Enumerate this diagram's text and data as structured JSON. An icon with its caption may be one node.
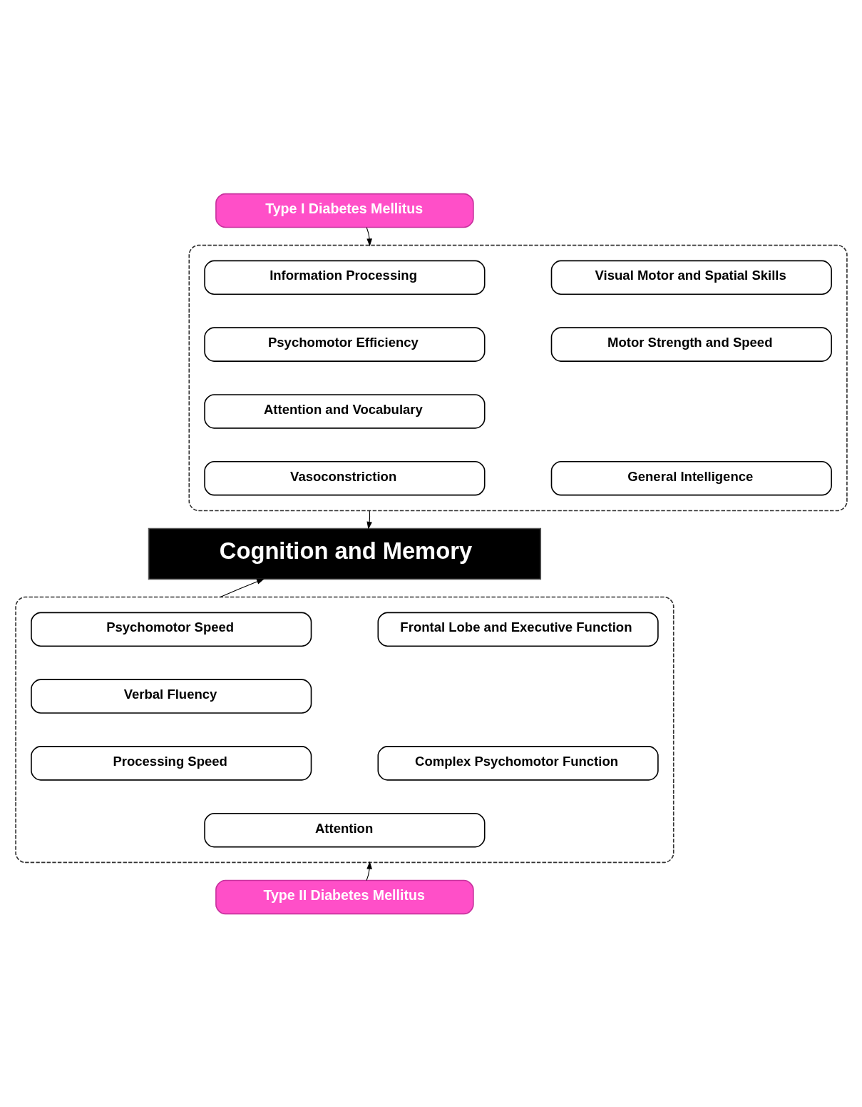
{
  "diagram": {
    "nodes": [
      {
        "text": [
          "Type I Diabetes Mellitus"
        ]
      },
      {
        "text": [],
        "shape": "box"
      },
      {
        "text": [
          "Information Processing"
        ],
        "in": 1
      },
      {
        "text": [
          "Psychomotor Efficiency"
        ],
        "in": 1
      },
      {
        "text": [
          "Attention and Vocabulary"
        ],
        "in": 1
      },
      {
        "text": [
          "Vasoconstriction"
        ],
        "in": 1
      },
      {
        "text": [
          "Visual Motor and Spatial Skills"
        ],
        "in": 1
      },
      {
        "text": [
          "Motor Strength and Speed"
        ],
        "in": 1
      },
      {
        "text": [
          "General Intelligence"
        ],
        "in": 1
      },
      {
        "text": [
          "Cognition and Memory"
        ]
      },
      {
        "text": [],
        "shape": "box"
      },
      {
        "text": [
          "Psychomotor Speed"
        ],
        "in": 10
      },
      {
        "text": [
          "Verbal Fluency"
        ],
        "in": 10
      },
      {
        "text": [
          "Processing Speed"
        ],
        "in": 10
      },
      {
        "text": [
          "Frontal Lobe and Executive Function"
        ],
        "in": 10
      },
      {
        "text": [
          "Complex Psychomotor Function"
        ],
        "in": 10
      },
      {
        "text": [
          "Attention"
        ],
        "in": 10
      },
      {
        "text": [
          "Type II Diabetes Mellitus"
        ]
      }
    ],
    "edges": [
      {
        "from": 0,
        "to": 1,
        "arrow": "to"
      },
      {
        "from": 1,
        "to": 9,
        "arrow": "to"
      },
      {
        "from": 10,
        "to": 9,
        "arrow": "to"
      },
      {
        "from": 17,
        "to": 10,
        "arrow": "to"
      }
    ]
  }
}
